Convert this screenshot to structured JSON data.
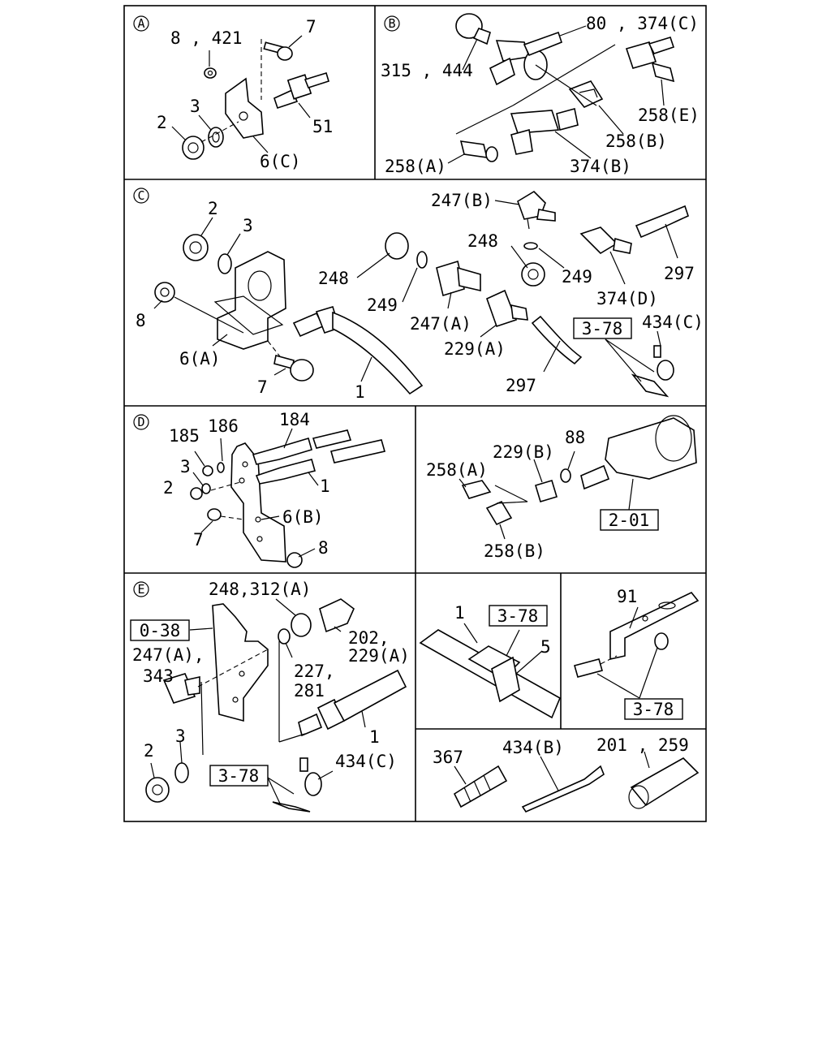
{
  "sections": {
    "A": "A",
    "B": "B",
    "C": "C",
    "D": "D",
    "E": "E"
  },
  "labels": {
    "a_8_421": "8 , 421",
    "a_7": "7",
    "a_3": "3",
    "a_2": "2",
    "a_51": "51",
    "a_6c": "6(C)",
    "b_80_374c": "80 , 374(C)",
    "b_315_444": "315 , 444",
    "b_258e": "258(E)",
    "b_258b": "258(B)",
    "b_258a": "258(A)",
    "b_374b": "374(B)",
    "c_247b": "247(B)",
    "c_2": "2",
    "c_3": "3",
    "c_248a": "248",
    "c_249b": "249",
    "c_248b": "248",
    "c_249a": "249",
    "c_297a": "297",
    "c_374d": "374(D)",
    "c_8": "8",
    "c_247a": "247(A)",
    "c_229a": "229(A)",
    "c_434c": "434(C)",
    "c_378": "3-78",
    "c_6a": "6(A)",
    "c_7": "7",
    "c_1": "1",
    "c_297b": "297",
    "d_185": "185",
    "d_186": "186",
    "d_184": "184",
    "d_3": "3",
    "d_2": "2",
    "d_1": "1",
    "d_6b": "6(B)",
    "d_7": "7",
    "d_8": "8",
    "d2_229b": "229(B)",
    "d2_88": "88",
    "d2_258a": "258(A)",
    "d2_258b": "258(B)",
    "d2_201": "2-01",
    "e_248_312a": "248,312(A)",
    "e_038": "0-38",
    "e_202": "202,",
    "e_229a": "229(A)",
    "e_247a": "247(A),",
    "e_343": "343",
    "e_227": "227,",
    "e_281": "281",
    "e_3": "3",
    "e_2": "2",
    "e_1": "1",
    "e_378": "3-78",
    "e_434c": "434(C)",
    "f_1": "1",
    "f_378": "3-78",
    "f_5": "5",
    "g_91": "91",
    "g_378": "3-78",
    "h_367": "367",
    "h_434b": "434(B)",
    "h_201_259": "201 , 259"
  }
}
